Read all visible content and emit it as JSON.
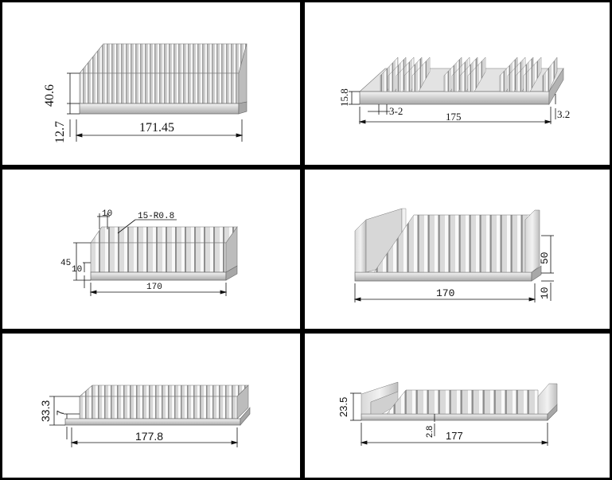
{
  "panels": [
    {
      "id": "p1",
      "dims": {
        "height": "40.6",
        "base": "12.7",
        "width": "171.45"
      }
    },
    {
      "id": "p2",
      "dims": {
        "height": "15.8",
        "gap": "3-2",
        "width": "175",
        "base": "3.2"
      }
    },
    {
      "id": "p3",
      "dims": {
        "spacing": "10",
        "fin": "15-R0.8",
        "height": "45",
        "base": "10",
        "width": "170"
      }
    },
    {
      "id": "p4",
      "dims": {
        "height": "50",
        "width": "170",
        "base": "10"
      }
    },
    {
      "id": "p5",
      "dims": {
        "height": "33.3",
        "base": "7",
        "width": "177.8"
      }
    },
    {
      "id": "p6",
      "dims": {
        "height": "23.5",
        "base": "2.8",
        "width": "177"
      }
    }
  ]
}
